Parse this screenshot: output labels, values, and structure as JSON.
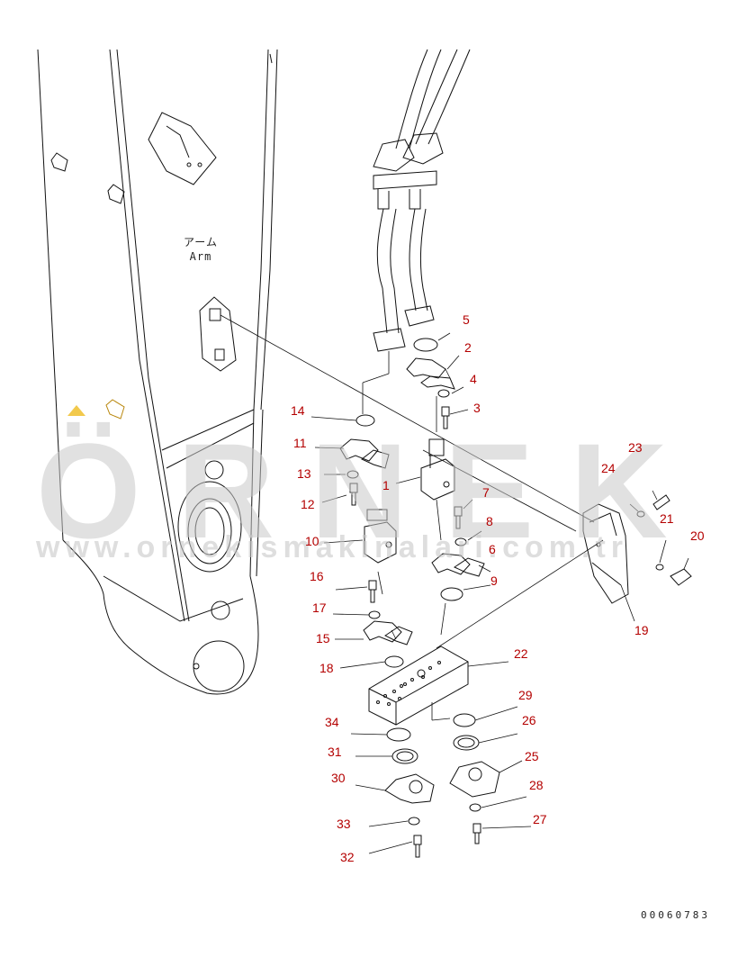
{
  "diagram": {
    "arm_label_jp": "アーム",
    "arm_label_en": "Arm",
    "drawing_number": "00060783",
    "watermark_text": "ÖRNEK",
    "watermark_url": "www.ornekismakinalari.com.tr",
    "colors": {
      "line": "#111111",
      "callout": "#b40000",
      "watermark": "#c8c8c8",
      "accent": "#f2c94c"
    }
  },
  "callouts": [
    "1",
    "2",
    "3",
    "4",
    "5",
    "6",
    "7",
    "8",
    "9",
    "10",
    "11",
    "12",
    "13",
    "14",
    "15",
    "16",
    "17",
    "18",
    "19",
    "20",
    "21",
    "22",
    "23",
    "24",
    "25",
    "26",
    "27",
    "28",
    "29",
    "30",
    "31",
    "32",
    "33",
    "34"
  ]
}
